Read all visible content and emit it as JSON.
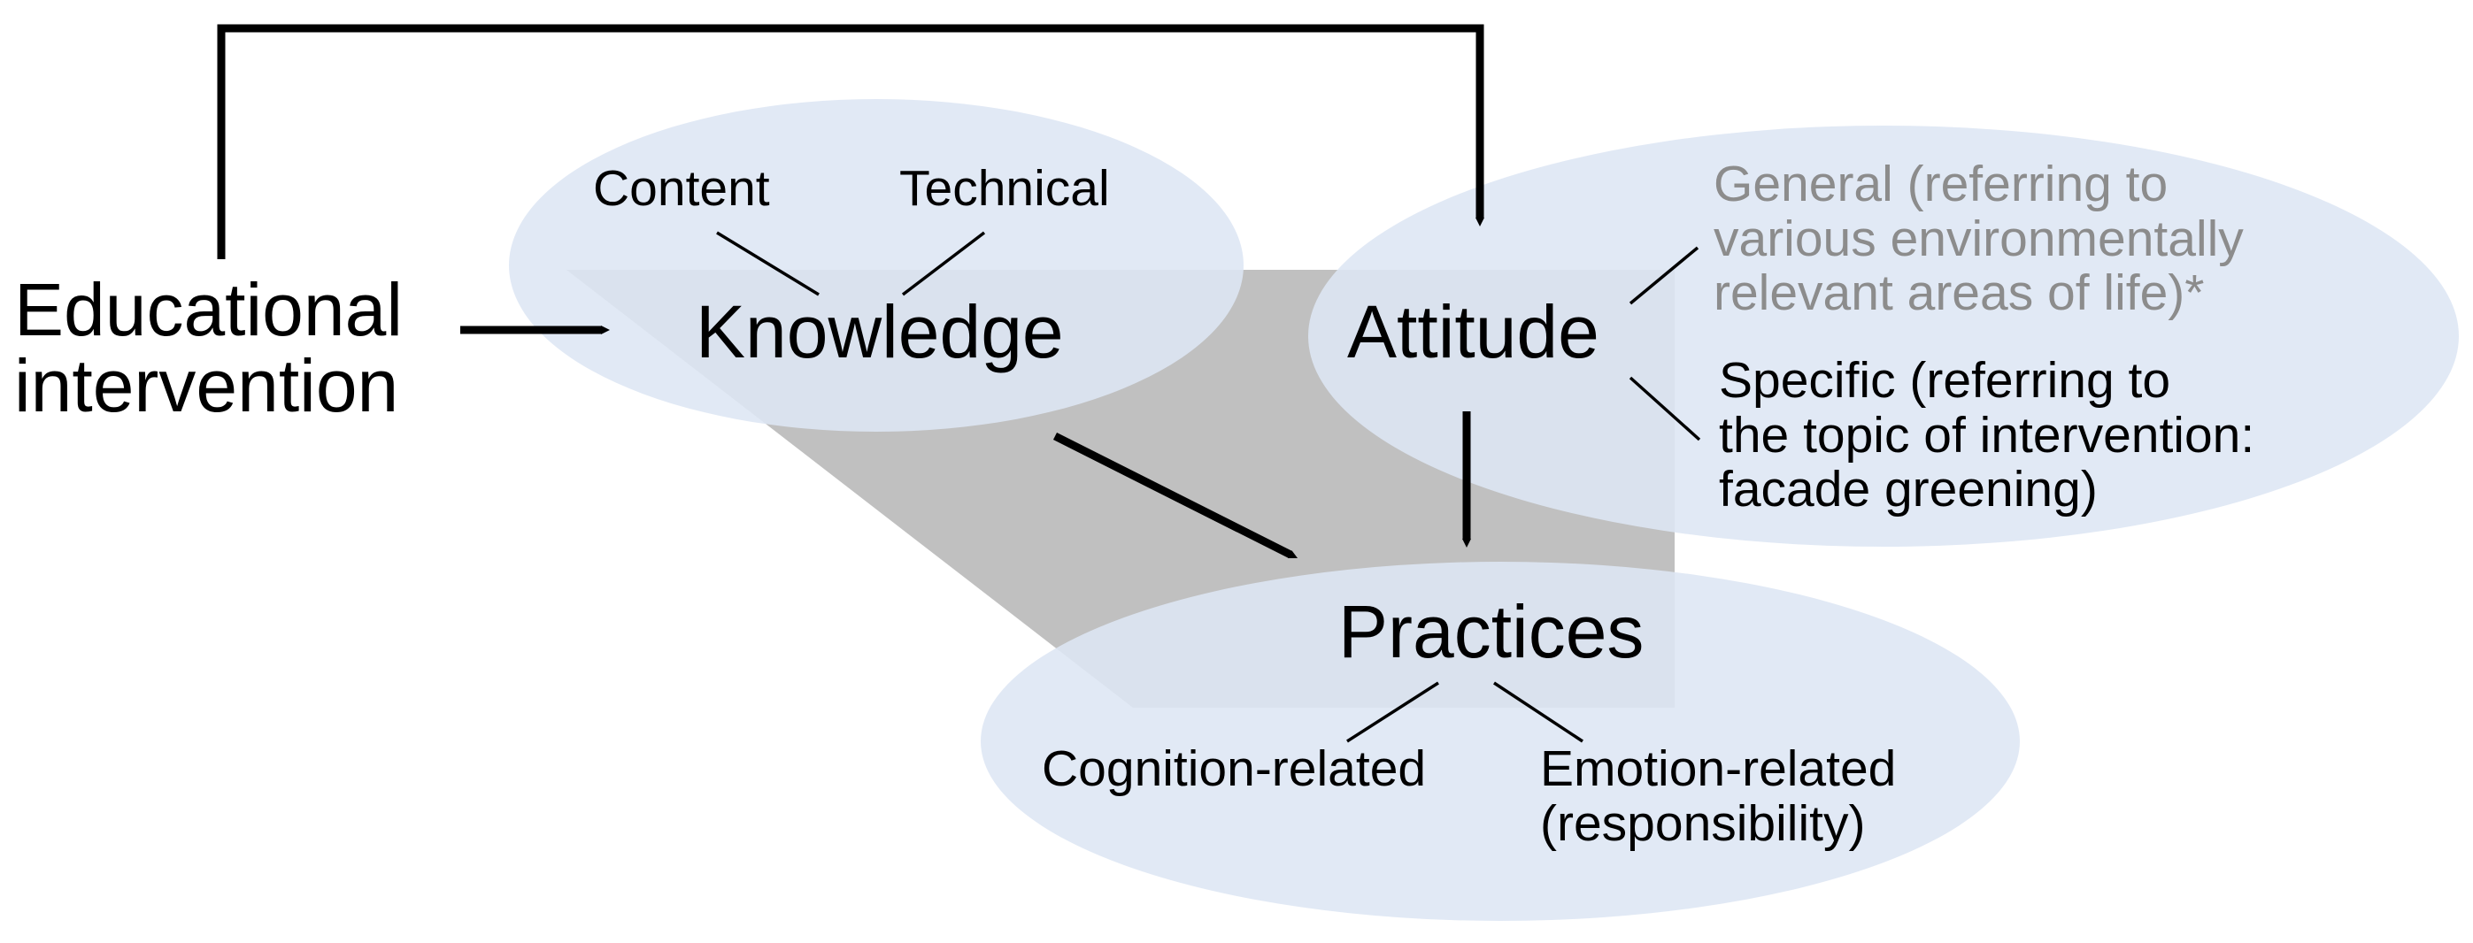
{
  "colors": {
    "ellipse_fill": "#dde6f4",
    "wedge_fill": "#c0c0c0",
    "arrow": "#000000",
    "text": "#000000",
    "general_text": "#8c8c8c"
  },
  "nodes": {
    "intervention": {
      "label": "Educational\nintervention"
    },
    "knowledge": {
      "label": "Knowledge",
      "sub": {
        "content": "Content",
        "technical": "Technical"
      }
    },
    "attitude": {
      "label": "Attitude",
      "sub": {
        "general": "General (referring to\nvarious environmentally\nrelevant areas of life)*",
        "specific": "Specific (referring to\nthe topic of intervention:\nfacade greening)"
      }
    },
    "practices": {
      "label": "Practices",
      "sub": {
        "cognition": "Cognition-related",
        "emotion": "Emotion-related\n(responsibility)"
      }
    }
  }
}
